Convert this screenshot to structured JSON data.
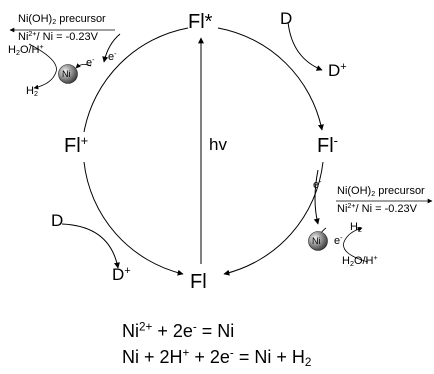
{
  "states": {
    "excited": "Fl*",
    "ground": "Fl",
    "oxidized_base": "Fl",
    "oxidized_sign": "+",
    "reduced_base": "Fl",
    "reduced_sign": "-"
  },
  "light_label": "hv",
  "donor_top": {
    "d": "D",
    "dplus_base": "D",
    "dplus_sign": "+"
  },
  "donor_bottom": {
    "d": "D",
    "dplus_base": "D",
    "dplus_sign": "+"
  },
  "electron_label": {
    "base": "e",
    "sign": "-"
  },
  "nickel_label": "Ni",
  "precursor_left": {
    "line1_a": "Ni(OH)",
    "line1_sub": "2",
    "line1_b": " precursor",
    "line2_a": "Ni",
    "line2_sup": "2+",
    "line2_b": "/ Ni = -0.23V"
  },
  "precursor_right": {
    "line1_a": "Ni(OH)",
    "line1_sub": "2",
    "line1_b": " precursor",
    "line2_a": "Ni",
    "line2_sup": "2+",
    "line2_b": "/ Ni = -0.23V"
  },
  "proton_source": {
    "a": "H",
    "sub": "2",
    "b": "O/H",
    "sup": "+"
  },
  "hydrogen": {
    "a": "H",
    "sub": "2"
  },
  "equations": {
    "eq1": {
      "a": "Ni",
      "sup1": "2+",
      "b": " + 2e",
      "sup2": "-",
      "c": " = Ni"
    },
    "eq2": {
      "a": "Ni + 2H",
      "sup1": "+",
      "b": " + 2e",
      "sup2": "-",
      "c": " = Ni + H",
      "sub1": "2"
    }
  }
}
